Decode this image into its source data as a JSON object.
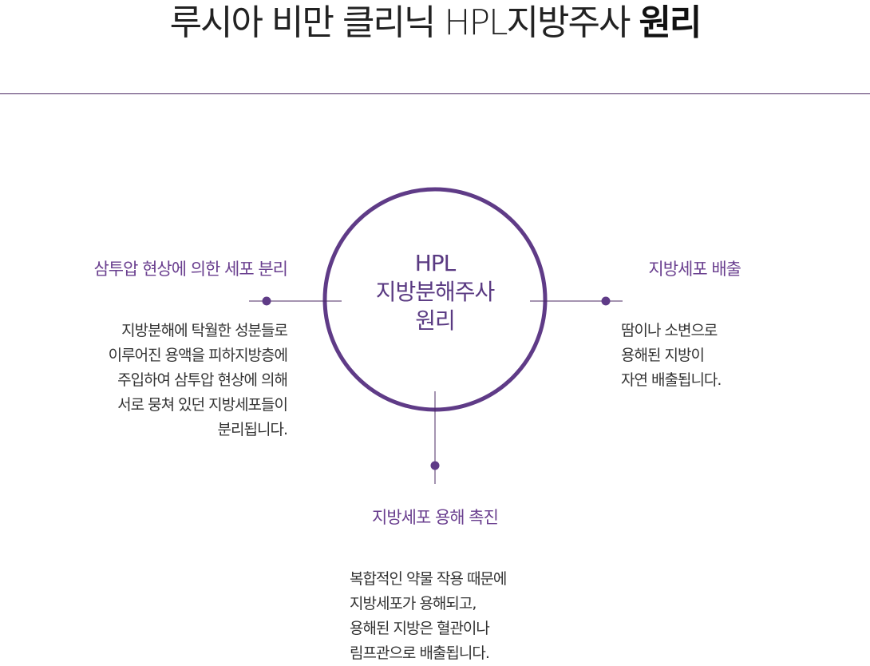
{
  "title": {
    "light": "루시아 비만 클리닉 HPL지방주사",
    "bold": "원리"
  },
  "center": {
    "lines": [
      "HPL",
      "지방분해주사",
      "원리"
    ]
  },
  "nodes": {
    "left": {
      "title": "삼투압 현상에 의한 세포 분리",
      "lines": [
        "지방분해에 탁월한 성분들로",
        "이루어진 용액을 피하지방층에",
        "주입하여 삼투압 현상에 의해",
        "서로 뭉쳐 있던 지방세포들이",
        "분리됩니다."
      ]
    },
    "right": {
      "title": "지방세포 배출",
      "lines": [
        "땀이나 소변으로",
        "용해된 지방이",
        "자연 배출됩니다."
      ]
    },
    "bottom": {
      "title": "지방세포 용해 촉진",
      "lines": [
        "복합적인 약물 작용 때문에",
        "지방세포가 용해되고,",
        "용해된 지방은 혈관이나",
        "림프관으로 배출됩니다."
      ]
    }
  },
  "colors": {
    "accent": "#5a3a82",
    "title_text": "#6a3f8f",
    "line": "#4b2a63",
    "body_text": "#333333"
  }
}
